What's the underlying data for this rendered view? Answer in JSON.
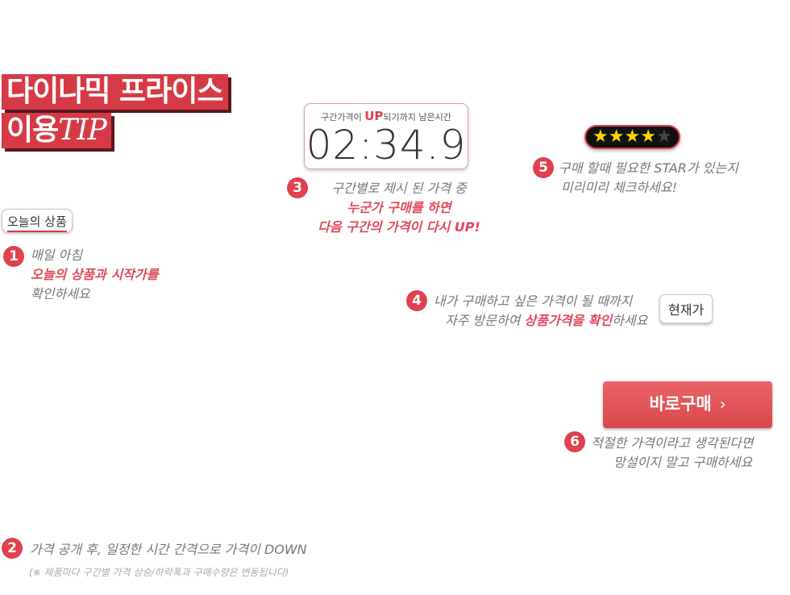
{
  "title": {
    "line1": "다이나믹 프라이스",
    "line2_prefix": "이용",
    "line2_suffix": "TIP"
  },
  "today_tab": {
    "label": "오늘의 상품"
  },
  "tips": [
    {
      "num": "1",
      "line1": "매일 아침",
      "line2": "오늘의 상품과 시작가를",
      "line3": "확인하세요"
    },
    {
      "num": "2",
      "line1": "가격 공개 후, 일정한 시간 간격으로 가격이 DOWN",
      "note": "(※ 제품마다 구간별 가격 상승/하락폭과 구매수량은 변동됩니다)"
    },
    {
      "num": "3",
      "line1": "구간별로 제시 된 가격 중",
      "line2": "누군가 구매를 하면",
      "line3": "다음 구간의 가격이 다시 UP!"
    },
    {
      "num": "4",
      "line1": "내가 구매하고 싶은 가격이 될 때까지",
      "line2_pre": "자주 방문하여 ",
      "line2_red": "상품가격을 확인",
      "line2_post": "하세요"
    },
    {
      "num": "5",
      "line1": "구매 할때 필요한 STAR가 있는지",
      "line2": "미리미리 체크하세요!"
    },
    {
      "num": "6",
      "line1": "적절한 가격이라고 생각된다면",
      "line2": "망설이지 말고 구매하세요"
    }
  ],
  "timer": {
    "label_pre": "구간가격이 ",
    "label_up": "UP",
    "label_post": "되기까지 남은시간",
    "value": "02:34.9"
  },
  "stars": {
    "filled": 4,
    "total": 5
  },
  "current_price_button": {
    "label": "현재가"
  },
  "buy_button": {
    "label": "바로구매",
    "arrow": "›"
  },
  "colors": {
    "accent": "#d63a47",
    "star": "#f4d900"
  }
}
